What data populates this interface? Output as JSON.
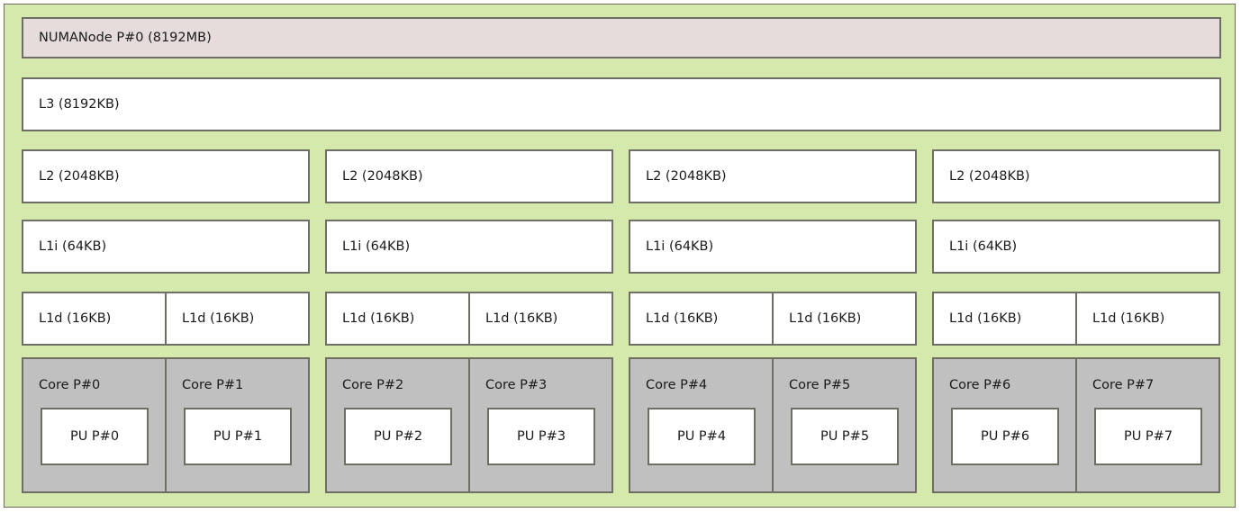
{
  "diagram": {
    "type": "hwloc-topology",
    "colors": {
      "machine_fill": "#d5e9ac",
      "numanode_fill": "#e6dcdc",
      "cache_fill": "#ffffff",
      "core_fill": "#c0c0c0",
      "pu_fill": "#ffffff",
      "border": "#6e6e64",
      "text": "#1a1a1a",
      "page_background": "#ffffff"
    },
    "numanode": {
      "label": "NUMANode P#0 (8192MB)"
    },
    "l3": {
      "label": "L3 (8192KB)"
    },
    "groups": [
      {
        "l2": "L2 (2048KB)",
        "l1i": "L1i (64KB)",
        "l1d": [
          "L1d (16KB)",
          "L1d (16KB)"
        ],
        "cores": [
          {
            "label": "Core P#0",
            "pu": "PU P#0"
          },
          {
            "label": "Core P#1",
            "pu": "PU P#1"
          }
        ]
      },
      {
        "l2": "L2 (2048KB)",
        "l1i": "L1i (64KB)",
        "l1d": [
          "L1d (16KB)",
          "L1d (16KB)"
        ],
        "cores": [
          {
            "label": "Core P#2",
            "pu": "PU P#2"
          },
          {
            "label": "Core P#3",
            "pu": "PU P#3"
          }
        ]
      },
      {
        "l2": "L2 (2048KB)",
        "l1i": "L1i (64KB)",
        "l1d": [
          "L1d (16KB)",
          "L1d (16KB)"
        ],
        "cores": [
          {
            "label": "Core P#4",
            "pu": "PU P#4"
          },
          {
            "label": "Core P#5",
            "pu": "PU P#5"
          }
        ]
      },
      {
        "l2": "L2 (2048KB)",
        "l1i": "L1i (64KB)",
        "l1d": [
          "L1d (16KB)",
          "L1d (16KB)"
        ],
        "cores": [
          {
            "label": "Core P#6",
            "pu": "PU P#6"
          },
          {
            "label": "Core P#7",
            "pu": "PU P#7"
          }
        ]
      }
    ]
  }
}
